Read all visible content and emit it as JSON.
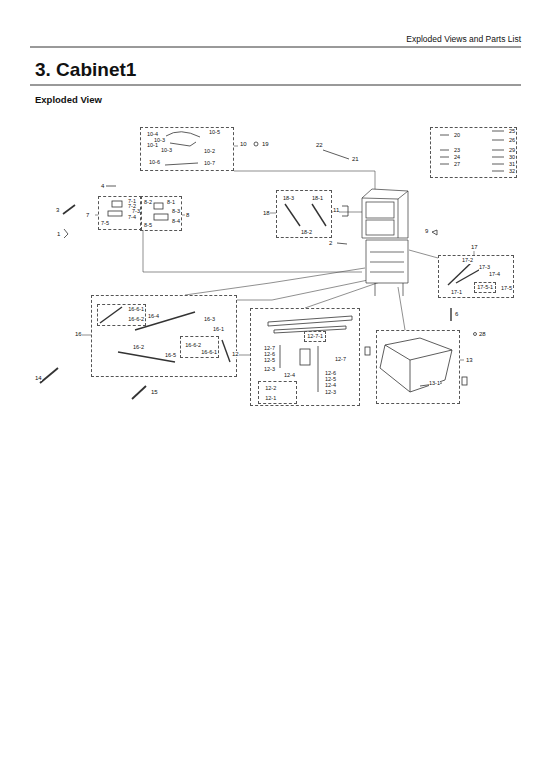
{
  "diagram": {
    "title": "3. Cabinet1",
    "nodes": [
      {
        "text": [
          "10-4",
          "10-3",
          "10-1",
          "10-3",
          "10-6",
          "10-5",
          "10-2",
          "10-7"
        ]
      },
      {
        "text": [
          "20",
          "23",
          "24",
          "27",
          "25",
          "26",
          "29",
          "30",
          "31",
          "32"
        ]
      },
      {
        "text": [
          "7-1",
          "7-2",
          "7-3",
          "7-4",
          "7-5"
        ]
      },
      {
        "text": [
          "8-2",
          "8-1",
          "8-3",
          "8-5",
          "8-4"
        ]
      },
      {
        "text": [
          "18-3",
          "18-1",
          "18-2"
        ]
      },
      {
        "text": [
          "17-2",
          "17-3",
          "17-4",
          "17-1",
          "17-5"
        ]
      },
      {
        "text": [
          "17-5-1"
        ],
        "in": 5
      },
      {
        "text": [
          "16-4",
          "16-3",
          "16-1",
          "16-5",
          "16-2"
        ]
      },
      {
        "text": [
          "16-6-1",
          "16-6-2"
        ],
        "in": 7
      },
      {
        "text": [
          "16-6-2",
          "16-6-1"
        ],
        "in": 7
      },
      {
        "text": [
          "12-7",
          "12-6",
          "12-5",
          "12-3",
          "12-4",
          "12-7",
          "12-6",
          "12-5",
          "12-4",
          "12-3"
        ]
      },
      {
        "text": [
          "12-7-1"
        ],
        "in": 10
      },
      {
        "text": [
          "12-2",
          "12-1"
        ],
        "in": 10
      },
      {
        "text": [
          "13-1"
        ]
      }
    ],
    "labels": [
      "Exploded Views and Parts List",
      "Exploded View",
      "10",
      "19",
      "22",
      "21",
      "4",
      "3",
      "7",
      "8",
      "1",
      "18",
      "11",
      "9",
      "2",
      "17",
      "6",
      "28",
      "16",
      "12",
      "13",
      "14",
      "15"
    ]
  }
}
